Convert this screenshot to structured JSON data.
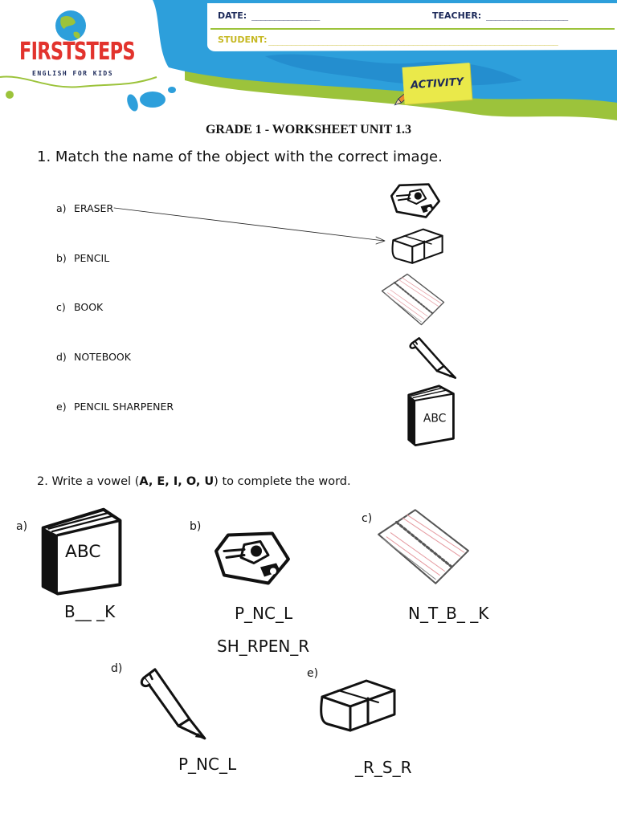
{
  "header": {
    "date_label": "DATE:",
    "date_blank": "_______________",
    "teacher_label": "TEACHER:",
    "teacher_blank": "__________________",
    "student_label": "STUDENT:",
    "student_blank": "________________________________________________________________",
    "logo_text_1": "FIRST",
    "logo_text_2": "STEPS",
    "logo_sub": "ENGLISH FOR KIDS",
    "activity_badge": "ACTIVITY",
    "colors": {
      "blue": "#2d9fdb",
      "dark_blue": "#1d7fc4",
      "green": "#9cc33b",
      "navy": "#1d2a5a",
      "red": "#e2332d",
      "yellow": "#eae94a"
    }
  },
  "title": "GRADE 1 - WORKSHEET UNIT 1.3",
  "question1": {
    "text": "1.  Match the name of the object with the correct image.",
    "options": [
      {
        "letter": "a)",
        "name": "ERASER"
      },
      {
        "letter": "b)",
        "name": "PENCIL"
      },
      {
        "letter": "c)",
        "name": "BOOK"
      },
      {
        "letter": "d)",
        "name": "NOTEBOOK"
      },
      {
        "letter": "e)",
        "name": "PENCIL SHARPENER"
      }
    ],
    "images": [
      "sharpener-icon",
      "eraser-icon",
      "notebook-icon",
      "pencil-icon",
      "book-icon"
    ]
  },
  "question2": {
    "prefix": "2. Write a vowel (",
    "vowels": "A, E, I, O, U",
    "suffix": ") to complete the word.",
    "items": [
      {
        "letter": "a)",
        "word": "B__ _K",
        "image": "book-icon"
      },
      {
        "letter": "b)",
        "word": "P_NC_L",
        "image": "sharpener-icon"
      },
      {
        "letter": "c)",
        "word": "N_T_B_ _K",
        "image": "notebook-icon"
      },
      {
        "letter": "",
        "word": "SH_RPEN_R",
        "image": ""
      },
      {
        "letter": "d)",
        "word": "P_NC_L",
        "image": "pencil-icon"
      },
      {
        "letter": "e)",
        "word": "_R_S_R",
        "image": "eraser-icon"
      }
    ]
  }
}
